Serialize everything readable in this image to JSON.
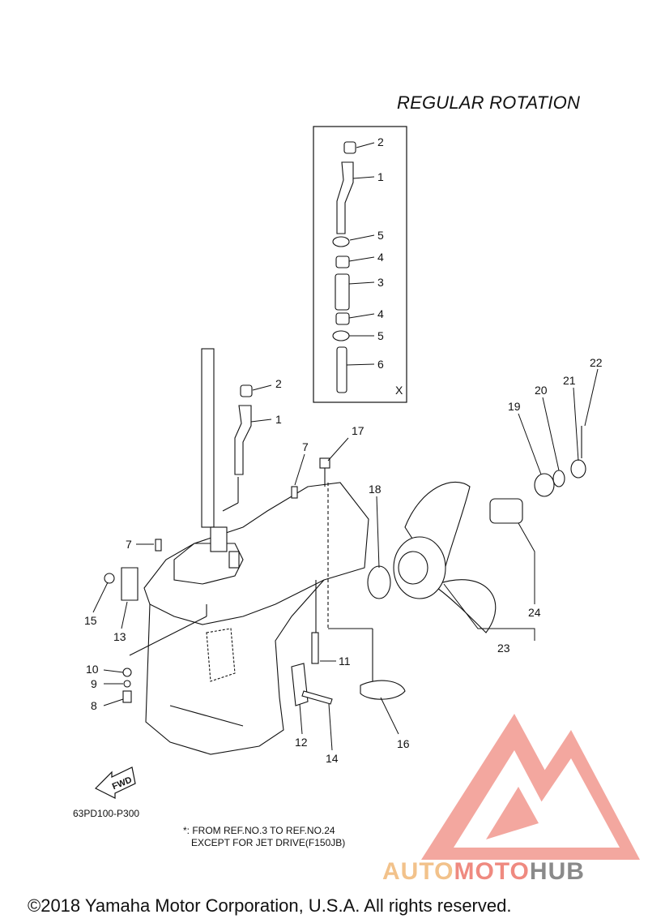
{
  "title": "REGULAR ROTATION",
  "inset_marker": "X",
  "fwd_label": "FWD",
  "drawing_code": "63PD100-P300",
  "note": "*: FROM REF.NO.3 TO REF.NO.24\n   EXCEPT FOR JET DRIVE(F150JB)",
  "copyright": "©2018 Yamaha Motor Corporation, U.S.A. All rights reserved.",
  "watermark": {
    "part1": "AUTO",
    "part2": "MOTO",
    "part3": "HUB",
    "color_primary": "#ef8a80",
    "color_secondary": "#f2c28b"
  },
  "callouts": {
    "inset_2": "2",
    "inset_1": "1",
    "inset_5a": "5",
    "inset_4a": "4",
    "inset_3": "3",
    "inset_4b": "4",
    "inset_5b": "5",
    "inset_6": "6",
    "main_2": "2",
    "main_1": "1",
    "main_7a": "7",
    "main_7b": "7",
    "main_17": "17",
    "main_18": "18",
    "main_19": "19",
    "main_20": "20",
    "main_21": "21",
    "main_22": "22",
    "main_15": "15",
    "main_13": "13",
    "main_10": "10",
    "main_9": "9",
    "main_8": "8",
    "main_11": "11",
    "main_12": "12",
    "main_14": "14",
    "main_16": "16",
    "main_23": "23",
    "main_24": "24"
  }
}
